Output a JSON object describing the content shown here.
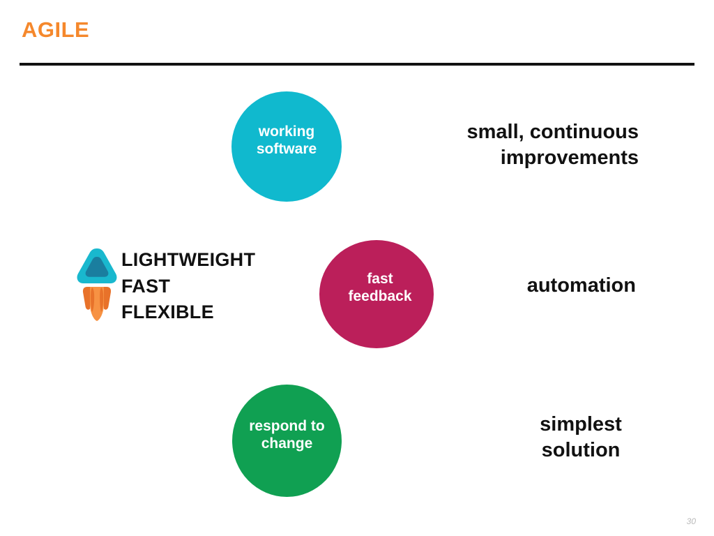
{
  "slide": {
    "title": "AGILE",
    "page_number": "30",
    "title_color": "#f5882c",
    "rule_color": "#111111"
  },
  "bubbles": [
    {
      "name": "working-software",
      "label": "working\nsoftware",
      "color": "#10b9ce"
    },
    {
      "name": "fast-feedback",
      "label": "fast\nfeedback",
      "color": "#bb1f5a"
    },
    {
      "name": "respond-to-change",
      "label": "respond to\nchange",
      "color": "#10a052"
    }
  ],
  "phrases": [
    {
      "name": "small-continuous-improvements",
      "text": "small, continuous\nimprovements"
    },
    {
      "name": "automation",
      "text": "automation"
    },
    {
      "name": "simplest-solution",
      "text": "simplest\nsolution"
    }
  ],
  "features": {
    "icon": "rocket-icon",
    "text": "LIGHTWEIGHT\nFAST\nFLEXIBLE",
    "icon_colors": {
      "body_light": "#19b8ce",
      "body_dark": "#1a7e9f",
      "flame_light": "#f79243",
      "flame_dark": "#e8722a"
    }
  }
}
